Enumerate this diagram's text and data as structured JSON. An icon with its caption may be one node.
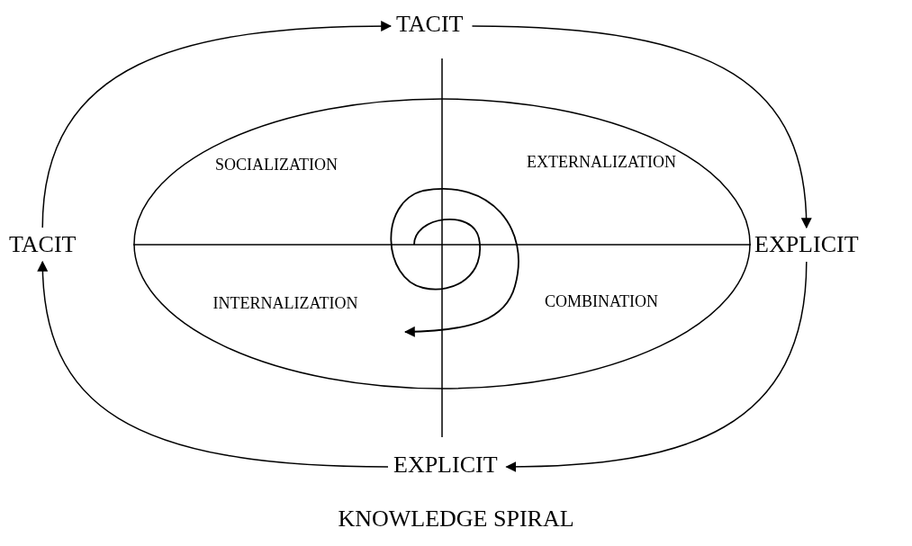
{
  "diagram": {
    "caption": "KNOWLEDGE SPIRAL",
    "nodes": [
      {
        "text": [
          "TACIT"
        ]
      },
      {
        "text": [
          "TACIT"
        ]
      },
      {
        "text": [
          "SOCIALIZATION",
          "EXTERNALIZATION",
          "INTERNALIZATION",
          "COMBINATION"
        ]
      },
      {
        "text": [
          "EXPLICIT"
        ]
      },
      {
        "text": [
          "EXPLICIT"
        ]
      }
    ],
    "edges": [
      {
        "from": 1,
        "to": 0,
        "arrow": "to"
      },
      {
        "from": 0,
        "to": 3,
        "arrow": "to"
      },
      {
        "from": 3,
        "to": 4,
        "arrow": "to"
      },
      {
        "from": 4,
        "to": 1,
        "arrow": "to"
      }
    ]
  }
}
